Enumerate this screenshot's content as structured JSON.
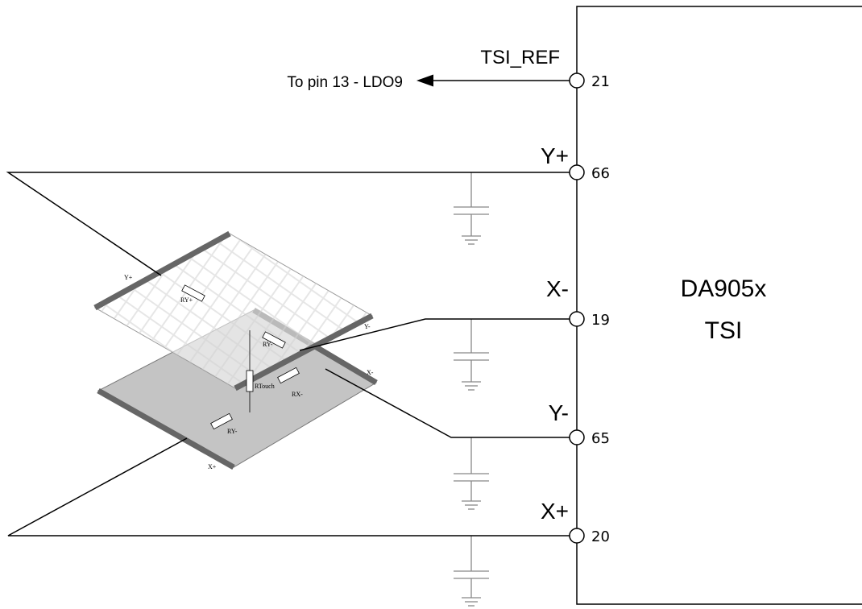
{
  "chip": {
    "name_line1": "DA905x",
    "name_line2": "TSI"
  },
  "reference": {
    "signal": "TSI_REF",
    "pin": "21",
    "destination": "To pin 13 - LDO9"
  },
  "pins": [
    {
      "signal": "Y+",
      "pin": "66"
    },
    {
      "signal": "X-",
      "pin": "19"
    },
    {
      "signal": "Y-",
      "pin": "65"
    },
    {
      "signal": "X+",
      "pin": "20"
    }
  ],
  "panel": {
    "top_labels": {
      "y_plus": "Y+",
      "y_minus": "Y-",
      "r_y_plus": "RY+",
      "r_y_minus": "RY-"
    },
    "bottom_labels": {
      "x_plus": "X+",
      "x_minus": "X-",
      "r_x_minus": "RX-",
      "r_y_minus": "RY-",
      "r_touch": "RTouch"
    }
  },
  "colors": {
    "line": "#000000",
    "panel_edge": "#666666",
    "bottom_sheet": "#c4c4c4",
    "top_sheet_pattern": "#d2d2d2"
  }
}
